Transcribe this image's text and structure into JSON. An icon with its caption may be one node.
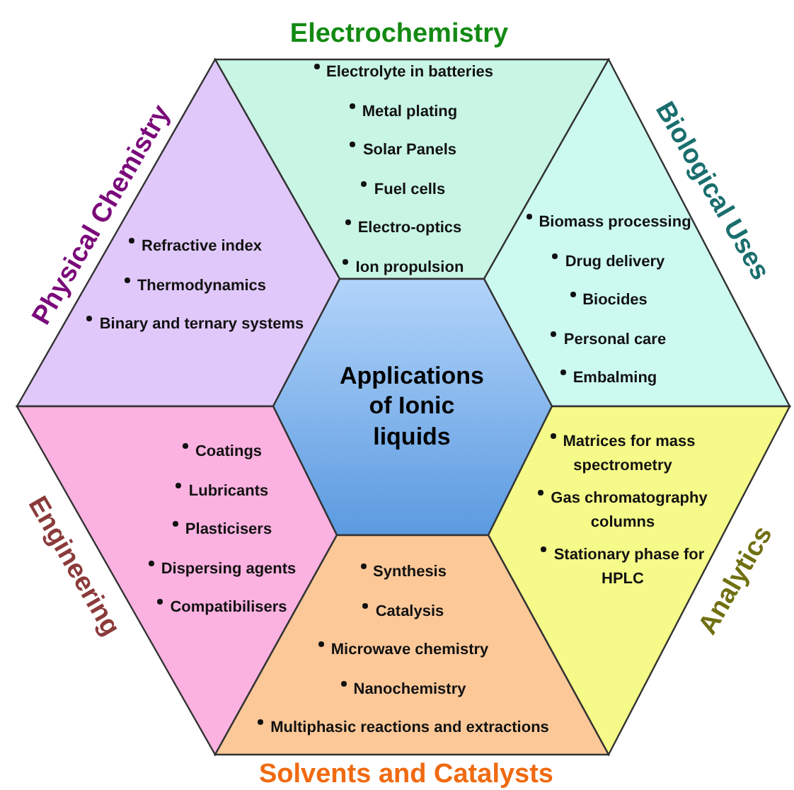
{
  "diagram": {
    "nodes": [
      {
        "text": [
          "Electrochemistry",
          "Electrolyte in batteries",
          "Metal plating",
          "Solar Panels",
          "Fuel cells",
          "Electro-optics",
          "Ion propulsion"
        ]
      },
      {
        "text": [
          "Physical Chemistry",
          "Refractive index",
          "Thermodynamics",
          "Binary and ternary systems"
        ]
      },
      {
        "text": [
          "Biological Uses",
          "Biomass processing",
          "Drug delivery",
          "Biocides",
          "Personal care",
          "Embalming"
        ]
      },
      {
        "text": [
          "Applications of Ionic liquids"
        ]
      },
      {
        "text": [
          "Engineering",
          "Coatings",
          "Lubricants",
          "Plasticisers",
          "Dispersing agents",
          "Compatibilisers"
        ]
      },
      {
        "text": [
          "Analytics",
          "Matrices for mass spectrometry",
          "Gas chromatography columns",
          "Stationary phase for HPLC"
        ]
      },
      {
        "text": [
          "Synthesis",
          "Catalysis",
          "Microwave chemistry",
          "Nanochemistry",
          "Multiphasic reactions and extractions",
          "Solvents and Catalysts"
        ]
      }
    ]
  }
}
